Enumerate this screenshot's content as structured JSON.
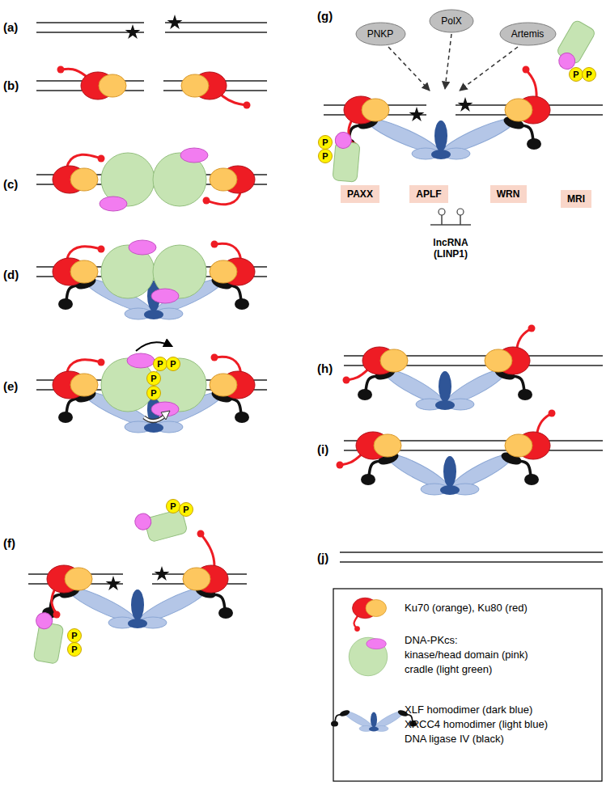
{
  "diagram": {
    "nodes": [
      {
        "text": [
          "PNKP"
        ]
      },
      {
        "text": [
          "PolX"
        ]
      },
      {
        "text": [
          "Artemis"
        ]
      },
      {
        "text": [
          "PAXX"
        ]
      },
      {
        "text": [
          "APLF"
        ]
      },
      {
        "text": [
          "WRN"
        ]
      },
      {
        "text": [
          "MRI"
        ]
      }
    ],
    "labels": [
      "(a)",
      "(b)",
      "(c)",
      "(d)",
      "(e)",
      "(f)",
      "(g)",
      "(h)",
      "(i)",
      "(j)",
      "P",
      "P",
      "P",
      "P",
      "P",
      "P",
      "P",
      "P",
      "P",
      "P",
      "P",
      "P",
      "lncRNA (LINP1)"
    ],
    "legend": [
      {
        "text": "Ku70 (orange), Ku80 (red)"
      },
      {
        "text": "DNA-PKcs:"
      },
      {
        "text": "kinase/head domain (pink)"
      },
      {
        "text": "cradle (light green)"
      },
      {
        "text": "XLF homodimer (dark blue)"
      },
      {
        "text": "XRCC4 homodimer (light blue)"
      },
      {
        "text": "DNA ligase IV (black)"
      }
    ]
  }
}
